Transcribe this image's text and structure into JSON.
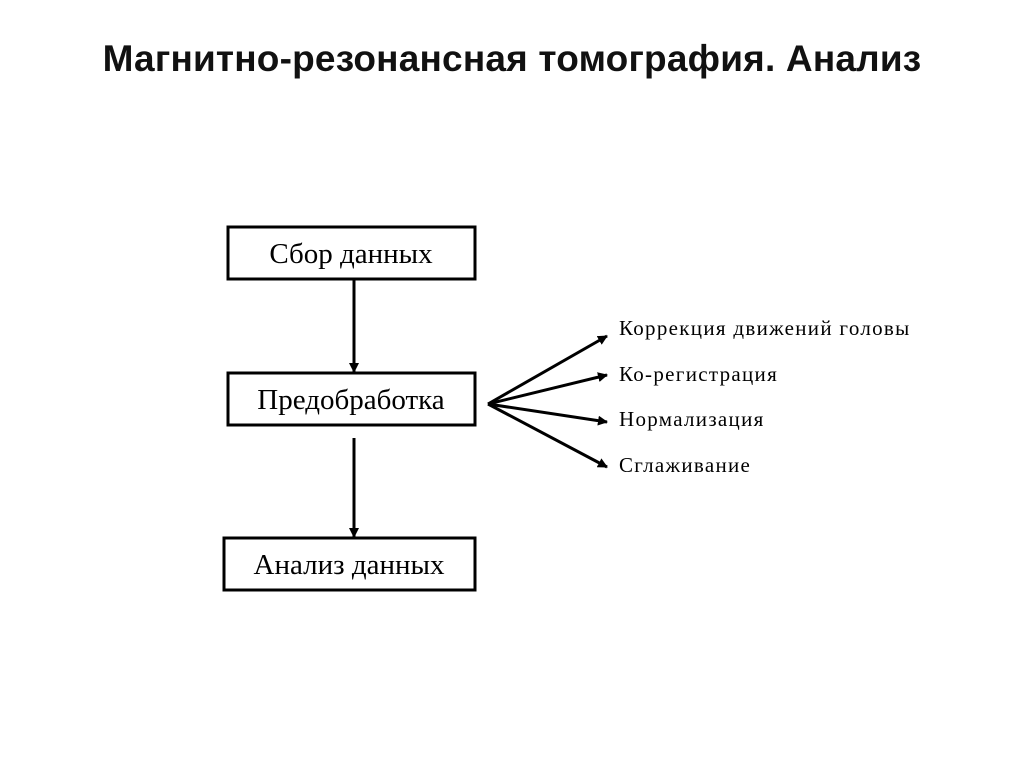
{
  "title": "Магнитно-резонансная томография.  Анализ",
  "nodes": {
    "collect": "Сбор данных",
    "preprocess": "Предобработка",
    "analysis": "Анализ данных"
  },
  "substeps": [
    "Коррекция движений головы",
    "Ко-регистрация",
    "Нормализация",
    "Сглаживание"
  ]
}
